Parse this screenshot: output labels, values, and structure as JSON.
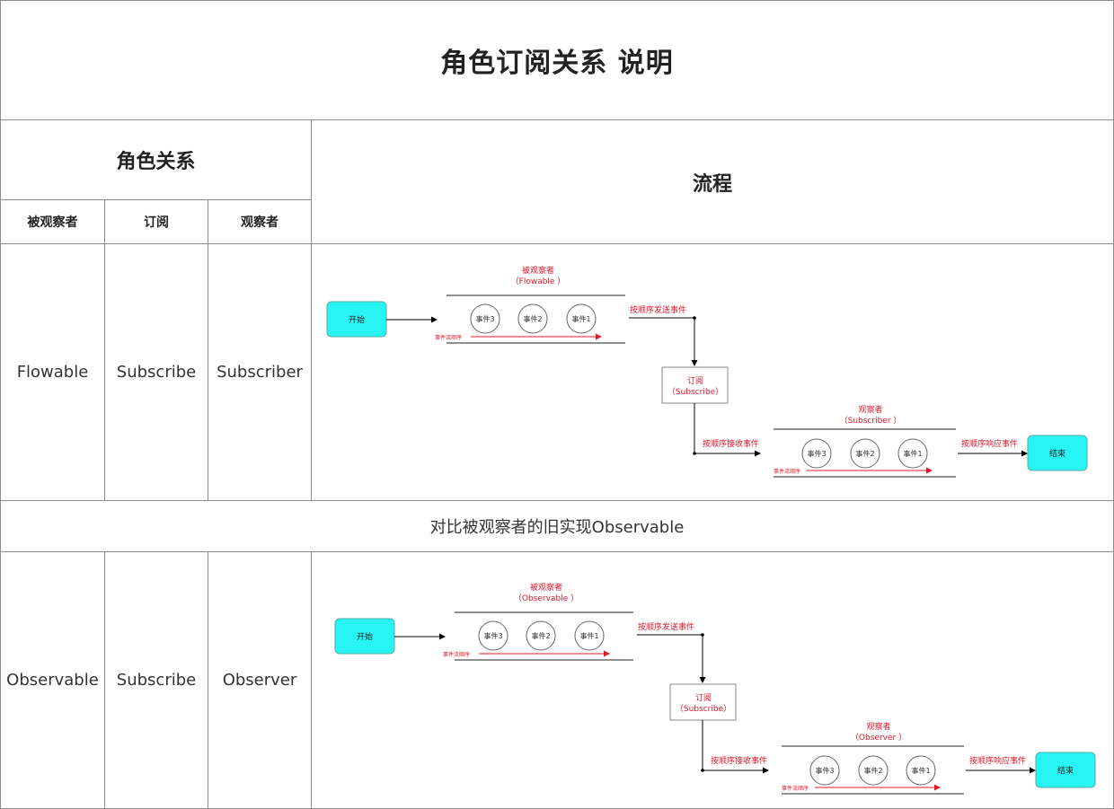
{
  "title": "角色订阅关系 说明",
  "roles_header": "角色关系",
  "flow_header": "流程",
  "columns": [
    "被观察者",
    "订阅",
    "观察者"
  ],
  "rows": [
    {
      "cells": [
        "Flowable",
        "Subscribe",
        "Subscriber"
      ],
      "flow": {
        "start": "开始",
        "end": "结束",
        "observable_label": "被观察者",
        "observable_type": "（Flowable ）",
        "events": [
          "事件3",
          "事件2",
          "事件1"
        ],
        "stream_order": "事件流顺序",
        "send_label": "按顺序发送事件",
        "subscribe_label": "订阅",
        "subscribe_type": "（Subscribe）",
        "receive_label": "按顺序接收事件",
        "observer_label": "观察者",
        "observer_type": "（Subscriber ）",
        "respond_label": "按顺序响应事件"
      }
    },
    {
      "cells": [
        "Observable",
        "Subscribe",
        "Observer"
      ],
      "flow": {
        "start": "开始",
        "end": "结束",
        "observable_label": "被观察者",
        "observable_type": "（Observable ）",
        "events": [
          "事件3",
          "事件2",
          "事件1"
        ],
        "stream_order": "事件流顺序",
        "send_label": "按顺序发送事件",
        "subscribe_label": "订阅",
        "subscribe_type": "（Subscribe）",
        "receive_label": "按顺序接收事件",
        "observer_label": "观察者",
        "observer_type": "（Observer ）",
        "respond_label": "按顺序响应事件"
      }
    }
  ],
  "compare_title": "对比被观察者的旧实现Observable",
  "colors": {
    "red": "#e0182a",
    "cyan": "#28f4f4",
    "border": "#8c8c8c"
  }
}
